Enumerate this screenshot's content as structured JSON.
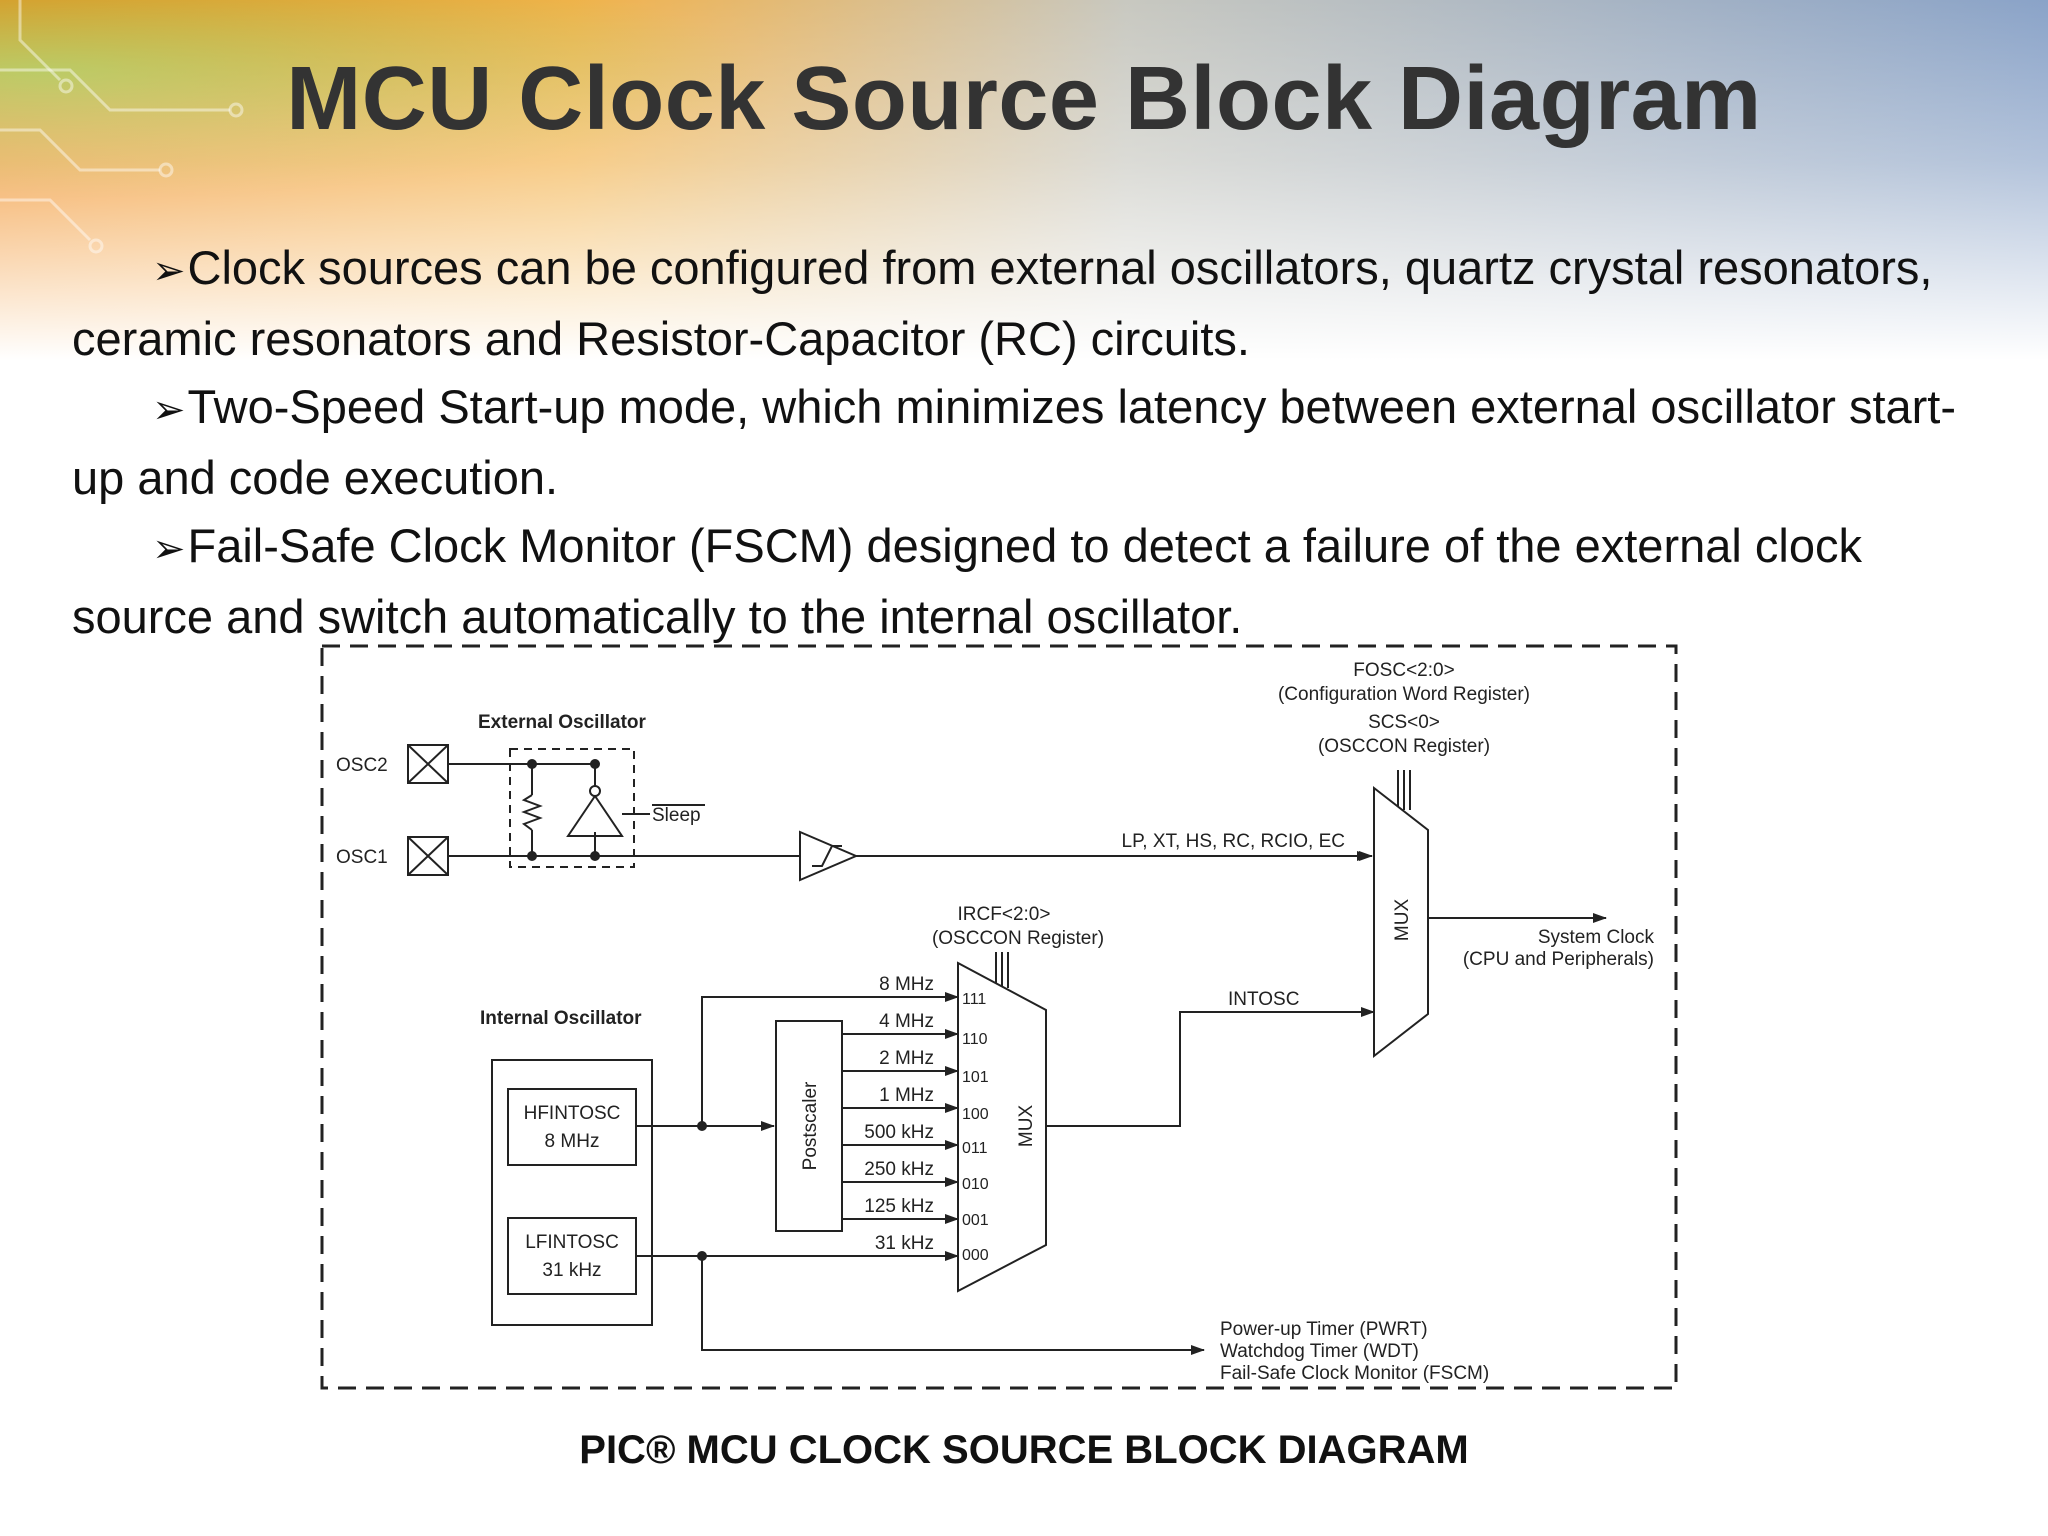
{
  "slide": {
    "title": "MCU Clock Source Block Diagram",
    "bullets": [
      "Clock sources can be configured from external oscillators, quartz crystal resonators, ceramic resonators and Resistor-Capacitor (RC) circuits.",
      "Two-Speed Start-up mode, which minimizes latency between external oscillator start-up and code execution.",
      "Fail-Safe Clock Monitor (FSCM) designed to detect a failure of the external clock source and switch automatically to the internal oscillator."
    ],
    "bullet_icon": "arrowhead-bullet-icon",
    "caption": "PIC® MCU CLOCK SOURCE BLOCK DIAGRAM"
  },
  "diagram": {
    "external": {
      "label": "External Oscillator",
      "osc2": "OSC2",
      "osc1": "OSC1",
      "sleep": "Sleep"
    },
    "fosc": {
      "name": "FOSC<2:0>",
      "register": "(Configuration Word Register)"
    },
    "scs": {
      "name": "SCS<0>",
      "register": "(OSCCON Register)"
    },
    "modes": "LP, XT, HS, RC, RCIO, EC",
    "main_mux": "MUX",
    "system_clock": {
      "line1": "System Clock",
      "line2": "(CPU and Peripherals)"
    },
    "intosc": "INTOSC",
    "ircf": {
      "name": "IRCF<2:0>",
      "register": "(OSCCON Register)"
    },
    "internal": {
      "label": "Internal Oscillator",
      "hf_name": "HFINTOSC",
      "hf_freq": "8 MHz",
      "lf_name": "LFINTOSC",
      "lf_freq": "31 kHz"
    },
    "postscaler": "Postscaler",
    "sub_mux": "MUX",
    "freqs": [
      "8 MHz",
      "4 MHz",
      "2 MHz",
      "1 MHz",
      "500 kHz",
      "250 kHz",
      "125 kHz",
      "31 kHz"
    ],
    "codes": [
      "111",
      "110",
      "101",
      "100",
      "011",
      "010",
      "001",
      "000"
    ],
    "outputs": [
      "Power-up Timer (PWRT)",
      "Watchdog Timer (WDT)",
      "Fail-Safe Clock Monitor (FSCM)"
    ]
  },
  "colors": {
    "title": "#333333",
    "text": "#111111",
    "line": "#222222",
    "bg_orange": "#f39a2a",
    "bg_blue": "#8aa3c8",
    "bg_green": "#a8c850"
  }
}
